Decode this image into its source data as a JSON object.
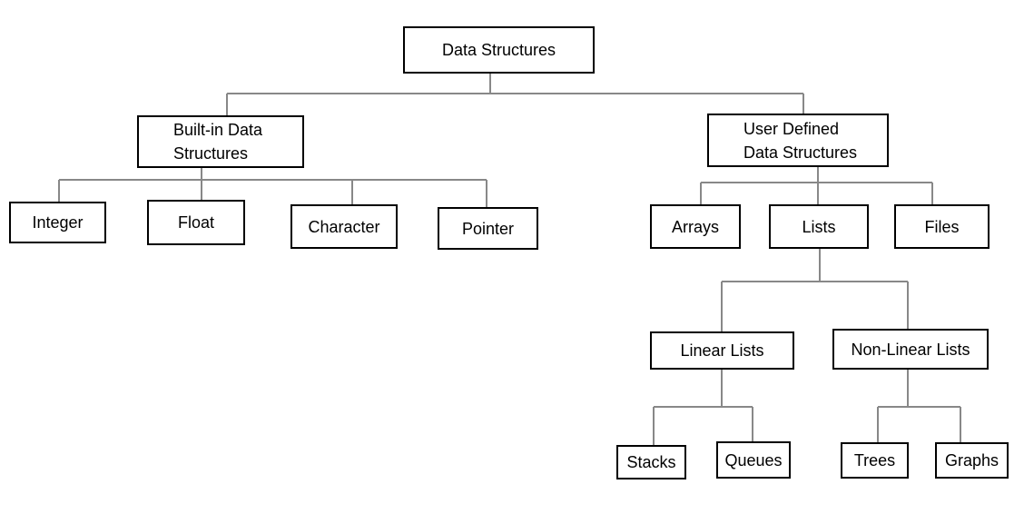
{
  "nodes": {
    "root": "Data Structures",
    "builtin": "Built-in Data\nStructures",
    "userdef": "User Defined\nData Structures",
    "integer": "Integer",
    "float": "Float",
    "character": "Character",
    "pointer": "Pointer",
    "arrays": "Arrays",
    "lists": "Lists",
    "files": "Files",
    "linear": "Linear Lists",
    "nonlinear": "Non-Linear Lists",
    "stacks": "Stacks",
    "queues": "Queues",
    "trees": "Trees",
    "graphs": "Graphs"
  },
  "edges": [
    [
      "root",
      "builtin"
    ],
    [
      "root",
      "userdef"
    ],
    [
      "builtin",
      "integer"
    ],
    [
      "builtin",
      "float"
    ],
    [
      "builtin",
      "character"
    ],
    [
      "builtin",
      "pointer"
    ],
    [
      "userdef",
      "arrays"
    ],
    [
      "userdef",
      "lists"
    ],
    [
      "userdef",
      "files"
    ],
    [
      "lists",
      "linear"
    ],
    [
      "lists",
      "nonlinear"
    ],
    [
      "linear",
      "stacks"
    ],
    [
      "linear",
      "queues"
    ],
    [
      "nonlinear",
      "trees"
    ],
    [
      "nonlinear",
      "graphs"
    ]
  ]
}
